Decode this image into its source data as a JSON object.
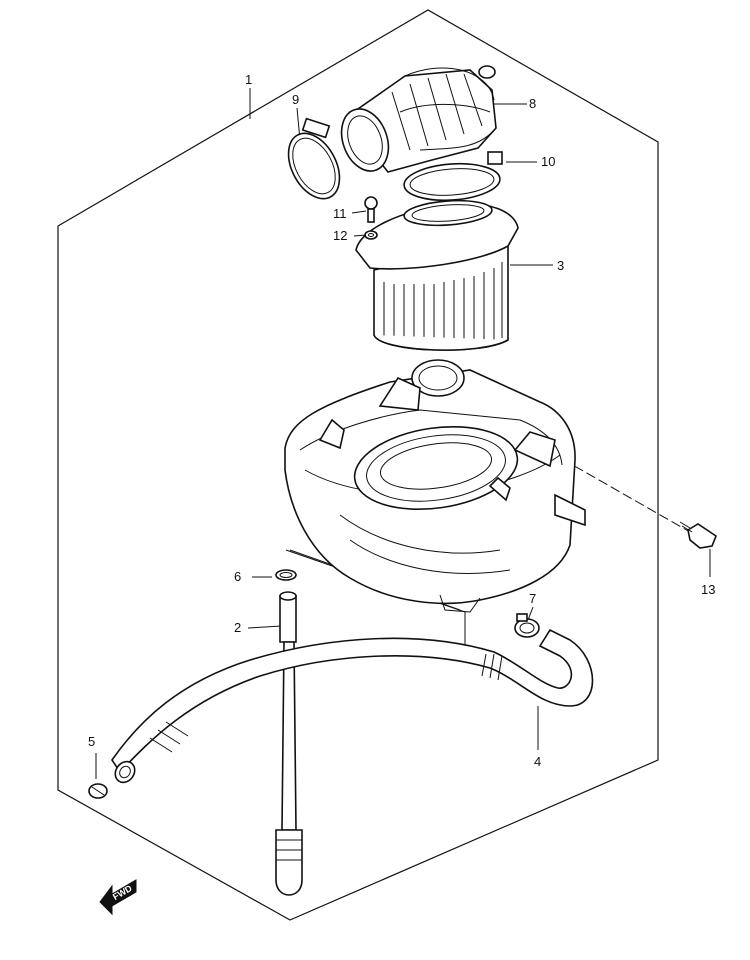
{
  "callouts": {
    "c1": "1",
    "c2": "2",
    "c3": "3",
    "c4": "4",
    "c5": "5",
    "c6": "6",
    "c7": "7",
    "c8": "8",
    "c9": "9",
    "c10": "10",
    "c11": "11",
    "c12": "12",
    "c13": "13"
  },
  "fwd": {
    "label": "FWD"
  },
  "colors": {
    "line": "#111111",
    "background": "#ffffff"
  }
}
